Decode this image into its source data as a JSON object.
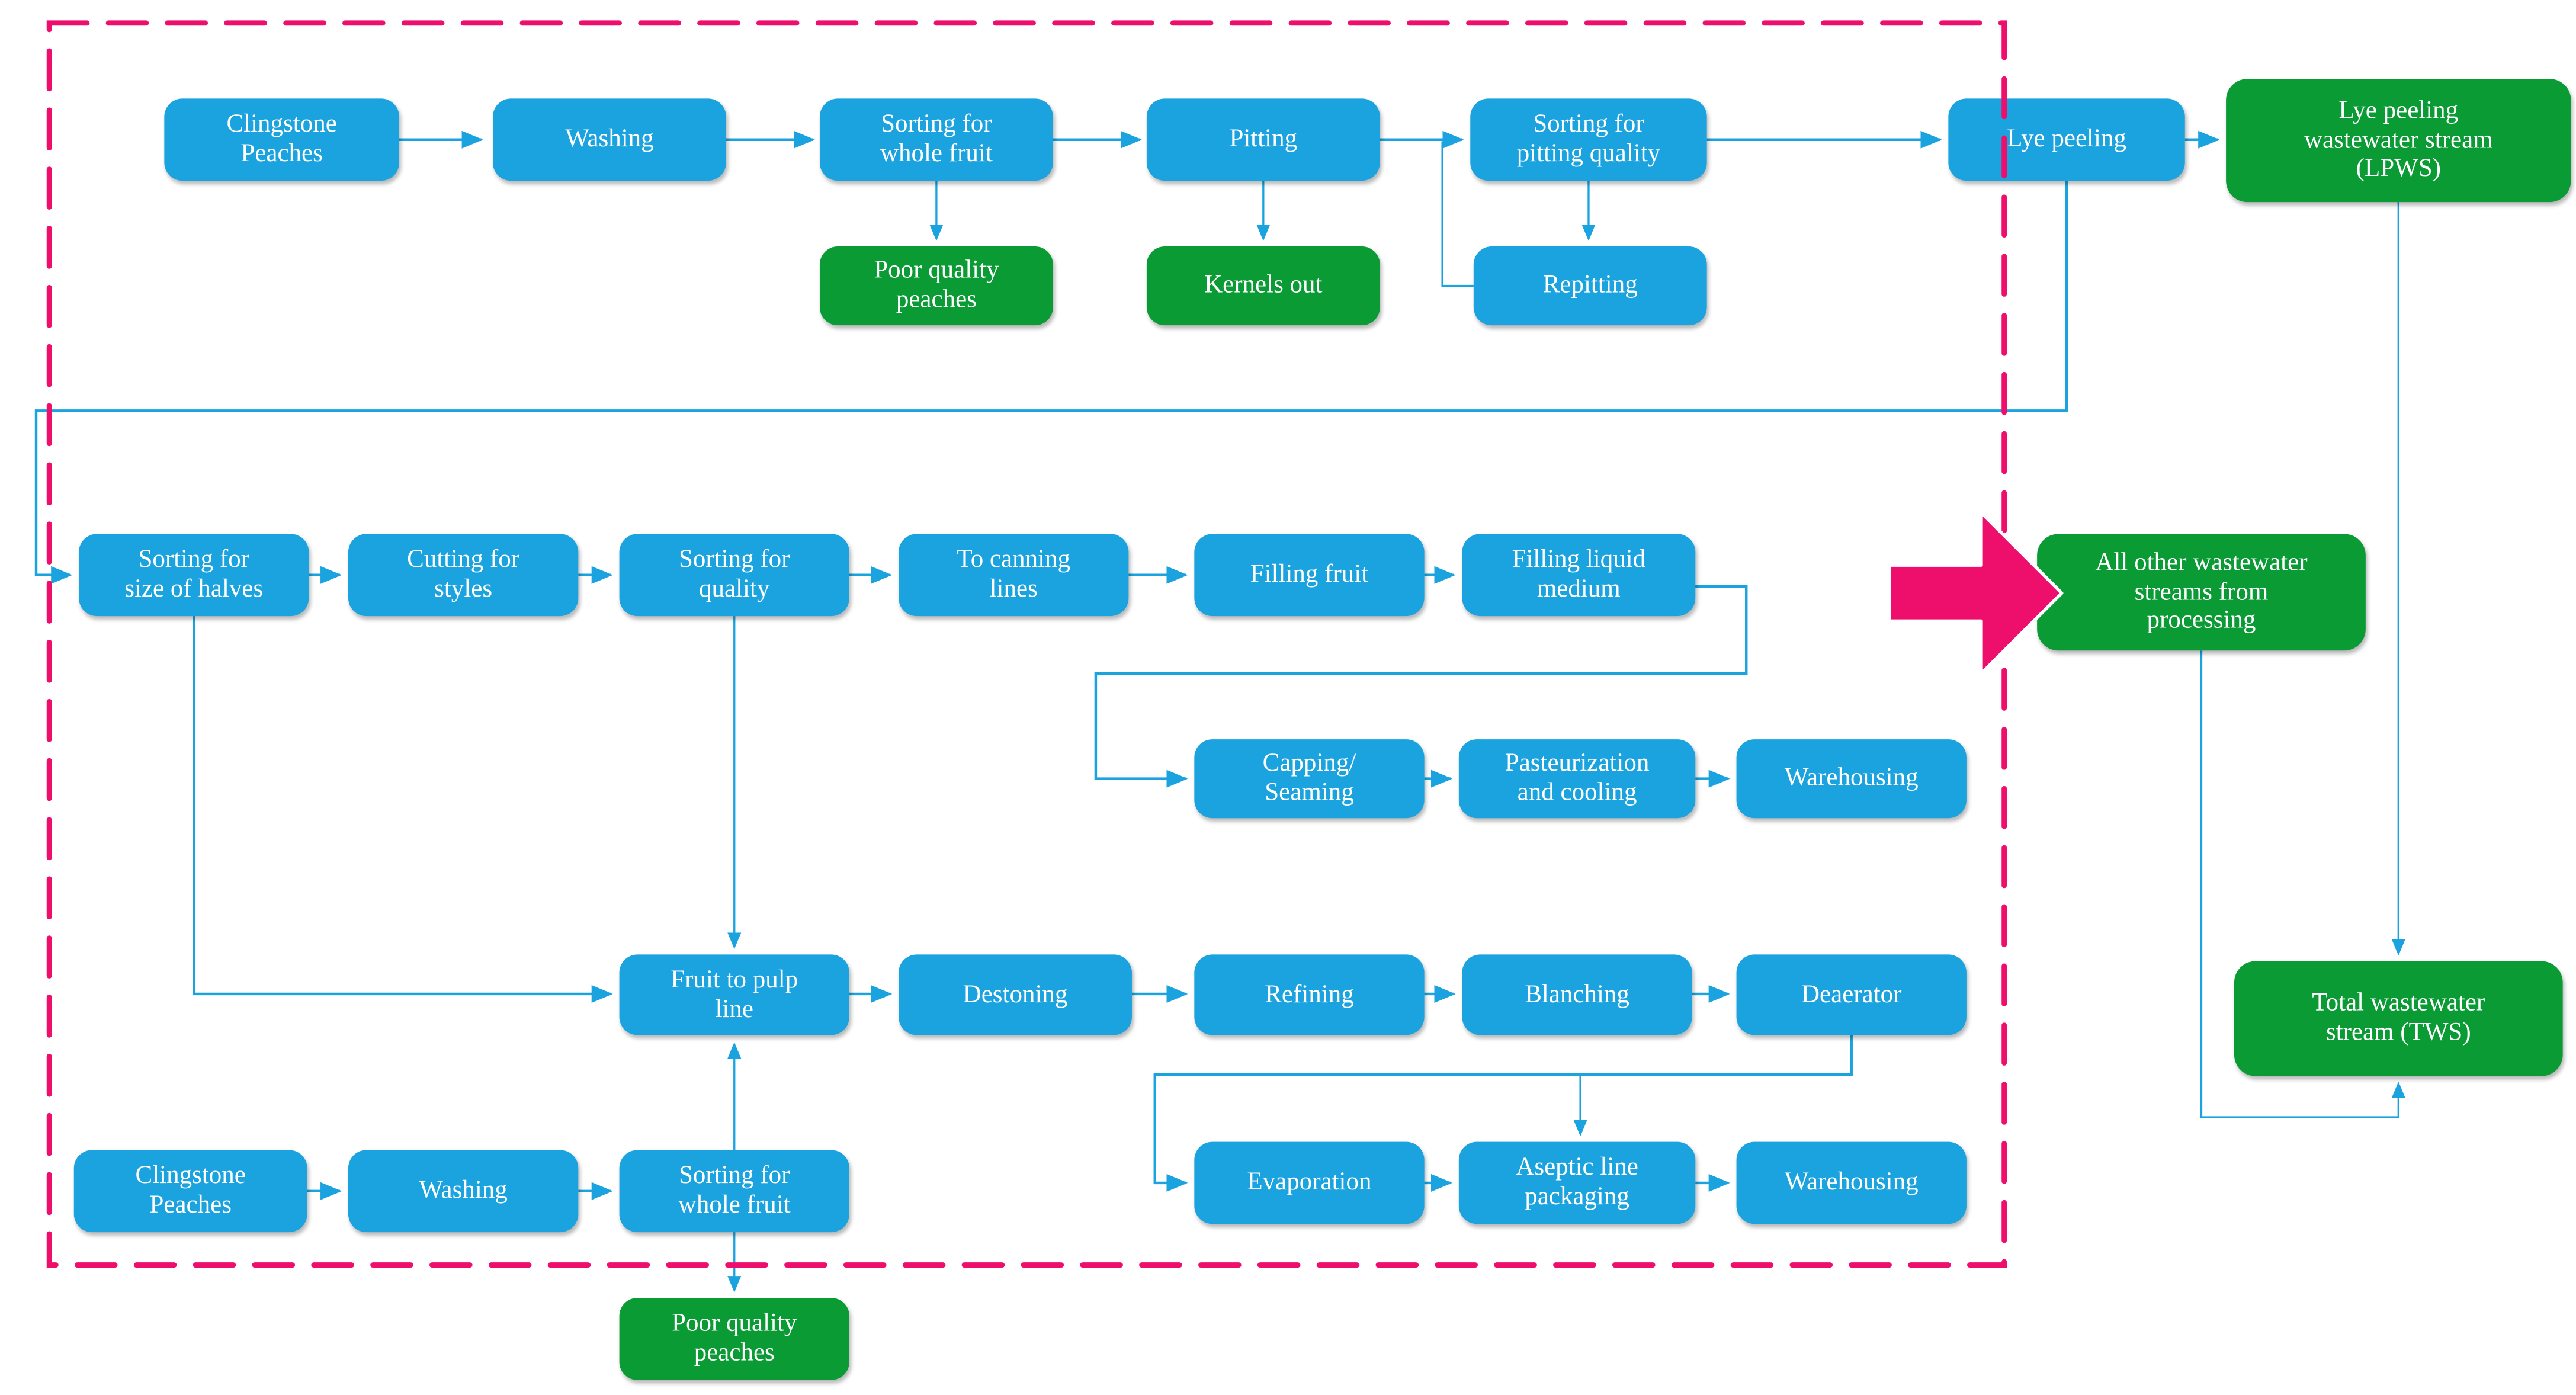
{
  "title": "Clingstone peach processing flow with wastewater streams",
  "colors": {
    "process_box": "#1BA3DF",
    "stream_box": "#0A9B35",
    "connector": "#1BA3DF",
    "boundary_dash": "#EE0F6D",
    "bulk_arrow": "#EE0F6D",
    "box_text": "#FFFFFF"
  },
  "nodes": {
    "clingstone_canning": "Clingstone\nPeaches",
    "washing_canning": "Washing",
    "sorting_whole_canning": "Sorting for\nwhole fruit",
    "pitting": "Pitting",
    "sorting_pitting": "Sorting for\npitting quality",
    "lye_peeling": "Lye peeling",
    "lpws": "Lye peeling\nwastewater stream\n(LPWS)",
    "poor_quality_canning": "Poor quality\npeaches",
    "kernels_out": "Kernels out",
    "repitting": "Repitting",
    "sorting_halves": "Sorting for\nsize of halves",
    "cutting_styles": "Cutting for\nstyles",
    "sorting_quality": "Sorting for\nquality",
    "to_canning": "To canning\nlines",
    "filling_fruit": "Filling fruit",
    "filling_liquid": "Filling liquid\nmedium",
    "all_other": "All other wastewater\nstreams from\nprocessing",
    "capping": "Capping/\nSeaming",
    "pasteurization": "Pasteurization\nand cooling",
    "warehousing_canning": "Warehousing",
    "fruit_pulp": "Fruit to pulp\nline",
    "destoning": "Destoning",
    "refining": "Refining",
    "blanching": "Blanching",
    "deaerator": "Deaerator",
    "evaporation": "Evaporation",
    "aseptic": "Aseptic line\npackaging",
    "warehousing_pulp": "Warehousing",
    "clingstone_pulp": "Clingstone\nPeaches",
    "washing_pulp": "Washing",
    "sorting_whole_pulp": "Sorting for\nwhole fruit",
    "poor_quality_pulp": "Poor quality\npeaches",
    "tws": "Total wastewater\nstream (TWS)"
  }
}
